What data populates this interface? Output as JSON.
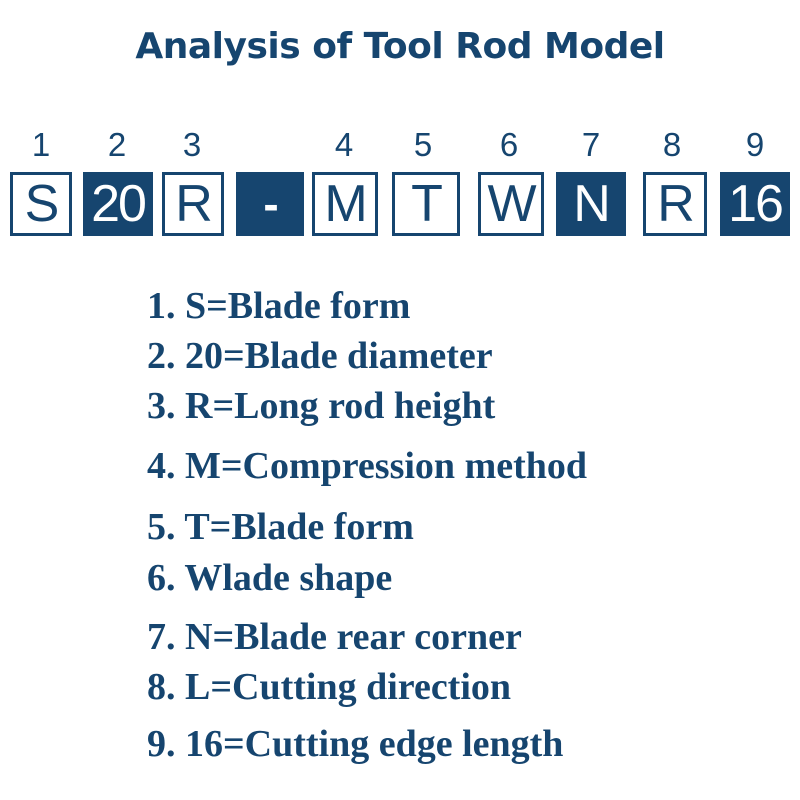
{
  "title": "Analysis of Tool Rod Model",
  "model": {
    "numbers": [
      "1",
      "2",
      "3",
      "4",
      "5",
      "6",
      "7",
      "8",
      "9"
    ],
    "segments": [
      "S",
      "20",
      "R",
      "-",
      "M",
      "T",
      "W",
      "N",
      "R",
      "16"
    ]
  },
  "legend": [
    "1. S=Blade form",
    "2. 20=Blade diameter",
    "3. R=Long rod height",
    "4. M=Compression method",
    "5. T=Blade form",
    "6. Wlade shape",
    "7. N=Blade rear corner",
    "8. L=Cutting direction",
    "9. 16=Cutting edge length"
  ],
  "colors": {
    "primary": "#16456f",
    "background": "#ffffff"
  }
}
